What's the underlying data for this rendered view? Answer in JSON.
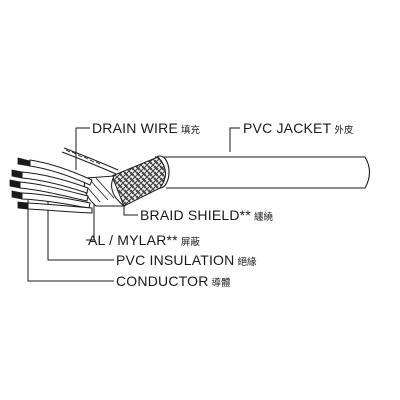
{
  "labels": {
    "drain_wire": {
      "en": "DRAIN WIRE",
      "zh": "填充"
    },
    "pvc_jacket": {
      "en": "PVC JACKET",
      "zh": "外皮"
    },
    "braid_shield": {
      "en": "BRAID SHIELD**",
      "zh": "纏繞"
    },
    "al_mylar": {
      "en": "AL / MYLAR**",
      "zh": "屏蔽"
    },
    "pvc_insulation": {
      "en": "PVC INSULATION",
      "zh": "絕緣"
    },
    "conductor": {
      "en": "CONDUCTOR",
      "zh": "導體"
    }
  },
  "colors": {
    "line": "#1a1a1a",
    "jacket": "#ffffff",
    "braid": "#555555"
  }
}
